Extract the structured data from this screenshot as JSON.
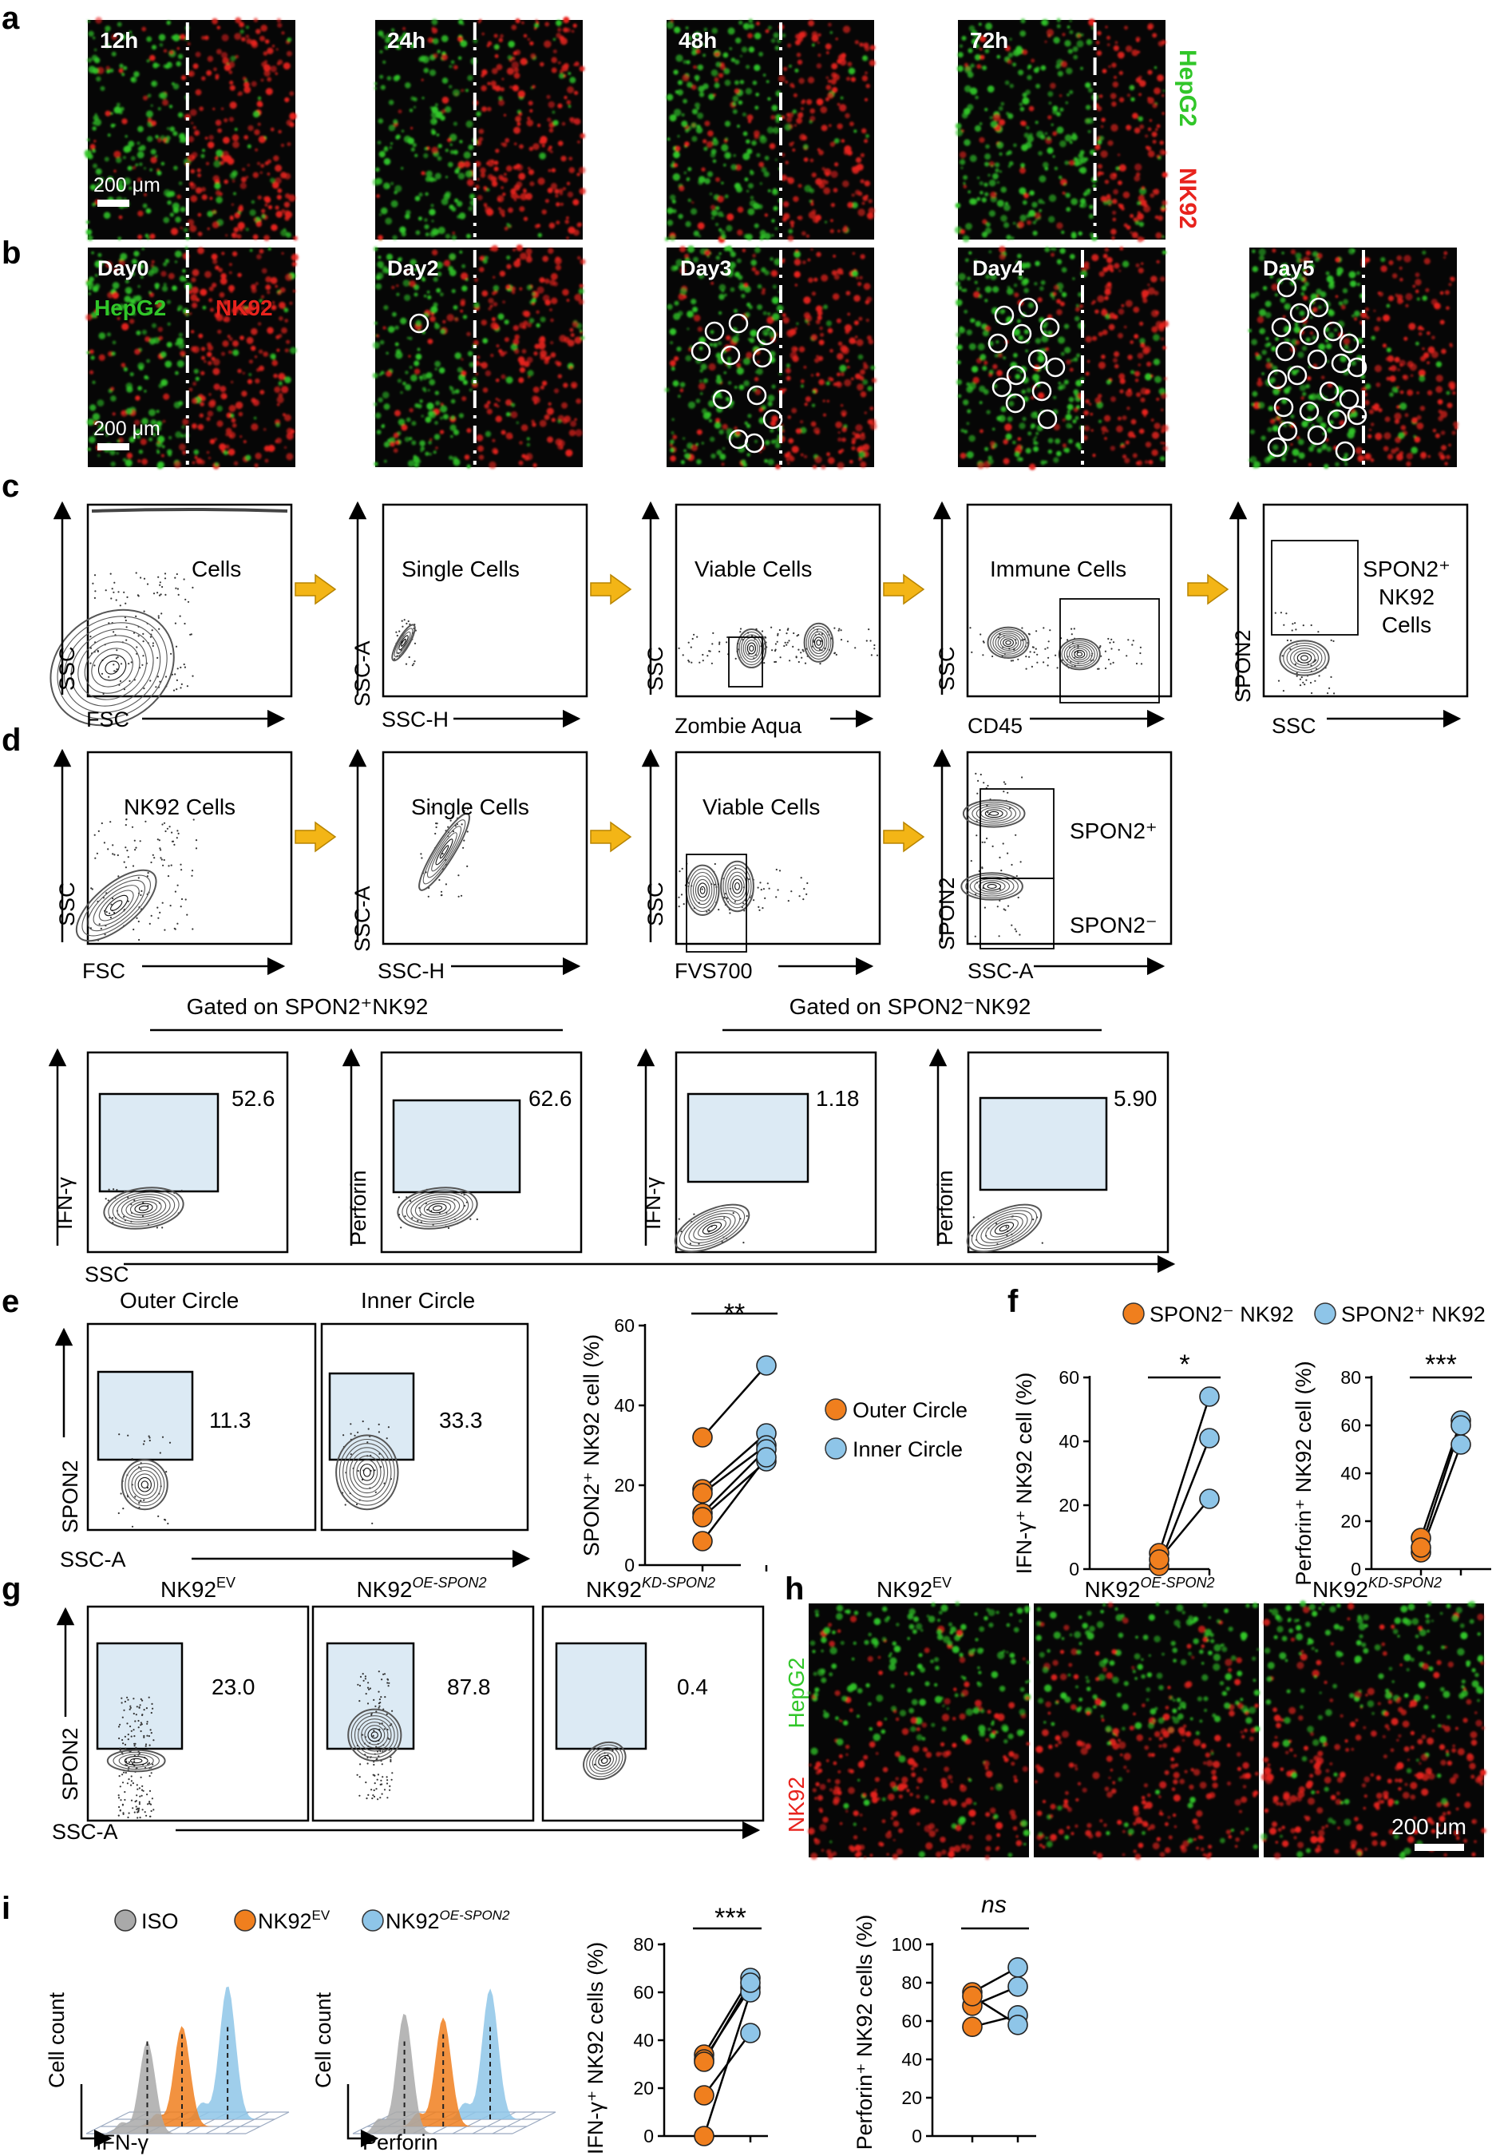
{
  "panel_letters": [
    "a",
    "b",
    "c",
    "d",
    "e",
    "f",
    "g",
    "h",
    "i"
  ],
  "panel_a": {
    "time_labels": [
      "12h",
      "24h",
      "48h",
      "72h"
    ],
    "scale_bar": "200 μm",
    "legend": {
      "green": "HepG2",
      "red": "NK92"
    }
  },
  "panel_b": {
    "day_labels": [
      "Day0",
      "Day2",
      "Day3",
      "Day4",
      "Day5"
    ],
    "scale_bar": "200 μm",
    "inline_labels": {
      "green": "HepG2",
      "red": "NK92"
    }
  },
  "panel_c": {
    "plots": [
      {
        "gate": "Cells",
        "xlabel": "FSC",
        "ylabel": "SSC"
      },
      {
        "gate": "Single Cells",
        "xlabel": "SSC-H",
        "ylabel": "SSC-A"
      },
      {
        "gate": "Viable Cells",
        "xlabel": "Zombie Aqua",
        "ylabel": "SSC"
      },
      {
        "gate": "Immune Cells",
        "xlabel": "CD45",
        "ylabel": "SSC"
      },
      {
        "gate_lines": [
          "SPON2⁺",
          "NK92",
          "Cells"
        ],
        "xlabel": "SSC",
        "ylabel": "SPON2"
      }
    ]
  },
  "panel_d": {
    "plots": [
      {
        "gate": "NK92 Cells",
        "xlabel": "FSC",
        "ylabel": "SSC"
      },
      {
        "gate": "Single Cells",
        "xlabel": "SSC-H",
        "ylabel": "SSC-A"
      },
      {
        "gate": "Viable Cells",
        "xlabel": "FVS700",
        "ylabel": "SSC"
      },
      {
        "gates": [
          "SPON2⁺",
          "SPON2⁻"
        ],
        "xlabel": "SSC-A",
        "ylabel": "SPON2"
      }
    ],
    "group_headers": [
      "Gated on SPON2⁺NK92",
      "Gated on SPON2⁻NK92"
    ],
    "sub_plots": [
      {
        "ylabel": "IFN-γ",
        "value": "52.6"
      },
      {
        "ylabel": "Perforin",
        "value": "62.6"
      },
      {
        "ylabel": "IFN-γ",
        "value": "1.18"
      },
      {
        "ylabel": "Perforin",
        "value": "5.90"
      }
    ],
    "shared_xlabel": "SSC"
  },
  "panel_e": {
    "flow": [
      {
        "title": "Outer Circle",
        "value": "11.3"
      },
      {
        "title": "Inner Circle",
        "value": "33.3"
      }
    ],
    "flow_ylabel": "SPON2",
    "flow_xlabel": "SSC-A",
    "significance": "**",
    "legend": [
      "Outer Circle",
      "Inner Circle"
    ]
  },
  "panel_f": {
    "legend": [
      "SPON2⁻ NK92",
      "SPON2⁺ NK92"
    ],
    "significance": [
      "*",
      "***"
    ]
  },
  "panel_g": {
    "plots": [
      {
        "title_base": "NK92",
        "title_sup": "EV",
        "value": "23.0"
      },
      {
        "title_base": "NK92",
        "title_sup": "OE-SPON2",
        "value": "87.8"
      },
      {
        "title_base": "NK92",
        "title_sup": "KD-SPON2",
        "value": "0.4"
      }
    ],
    "ylabel": "SPON2",
    "xlabel": "SSC-A"
  },
  "panel_h": {
    "titles": [
      {
        "base": "NK92",
        "sup": "EV"
      },
      {
        "base": "NK92",
        "sup": "OE-SPON2"
      },
      {
        "base": "NK92",
        "sup": "KD-SPON2"
      }
    ],
    "side_labels": {
      "green": "HepG2",
      "red": "NK92"
    },
    "scale_bar": "200 μm"
  },
  "panel_i": {
    "legend": [
      {
        "label": "ISO"
      },
      {
        "label": "NK92",
        "sup": "EV"
      },
      {
        "label": "NK92",
        "sup": "OE-SPON2"
      }
    ],
    "histograms": [
      {
        "ylabel": "Cell count",
        "xlabel": "IFN-γ"
      },
      {
        "ylabel": "Cell count",
        "xlabel": "Perforin"
      }
    ],
    "significance": [
      "***",
      "ns"
    ]
  },
  "colors": {
    "orange": "#f07f1e",
    "blue": "#8ec5e8",
    "gray": "#a9a9a9",
    "gate_fill": "#dceaf4",
    "arrow": "#f3b516",
    "hepg2_green": "#31c629",
    "nk92_red": "#e8231d"
  },
  "chart_data": [
    {
      "id": "e",
      "type": "scatter",
      "ylabel": "SPON2⁺ NK92 cell (%)",
      "ylim": [
        0,
        60
      ],
      "yticks": [
        0,
        20,
        40,
        60
      ],
      "paired": true,
      "series": [
        {
          "name": "Outer Circle",
          "values": [
            32,
            19,
            18,
            13,
            12,
            6
          ]
        },
        {
          "name": "Inner Circle",
          "values": [
            50,
            33,
            30,
            29,
            26,
            27
          ]
        }
      ]
    },
    {
      "id": "f1",
      "type": "scatter",
      "ylabel": "IFN-γ⁺ NK92 cell (%)",
      "ylim": [
        0,
        60
      ],
      "yticks": [
        0,
        20,
        40,
        60
      ],
      "paired": true,
      "series": [
        {
          "name": "SPON2⁻ NK92",
          "values": [
            5,
            1,
            3
          ]
        },
        {
          "name": "SPON2⁺ NK92",
          "values": [
            54,
            41,
            22
          ]
        }
      ]
    },
    {
      "id": "f2",
      "type": "scatter",
      "ylabel": "Perforin⁺ NK92 cell (%)",
      "ylim": [
        0,
        80
      ],
      "yticks": [
        0,
        20,
        40,
        60,
        80
      ],
      "paired": true,
      "series": [
        {
          "name": "SPON2⁻ NK92",
          "values": [
            13,
            7,
            9
          ]
        },
        {
          "name": "SPON2⁺ NK92",
          "values": [
            62,
            52,
            60
          ]
        }
      ]
    },
    {
      "id": "i1",
      "type": "scatter",
      "ylabel": "IFN-γ⁺ NK92 cells (%)",
      "ylim": [
        0,
        80
      ],
      "yticks": [
        0,
        20,
        40,
        60,
        80
      ],
      "paired": true,
      "series": [
        {
          "name": "NK92 EV",
          "values": [
            34,
            32,
            17,
            0,
            31
          ]
        },
        {
          "name": "NK92 OE-SPON2",
          "values": [
            66,
            62,
            43,
            60,
            64
          ]
        }
      ]
    },
    {
      "id": "i2",
      "type": "scatter",
      "ylabel": "Perforin⁺ NK92 cells (%)",
      "ylim": [
        0,
        100
      ],
      "yticks": [
        0,
        20,
        40,
        60,
        80,
        100
      ],
      "paired": true,
      "series": [
        {
          "name": "NK92 EV",
          "values": [
            75,
            68,
            57,
            73
          ]
        },
        {
          "name": "NK92 OE-SPON2",
          "values": [
            88,
            78,
            63,
            58
          ]
        }
      ]
    }
  ]
}
